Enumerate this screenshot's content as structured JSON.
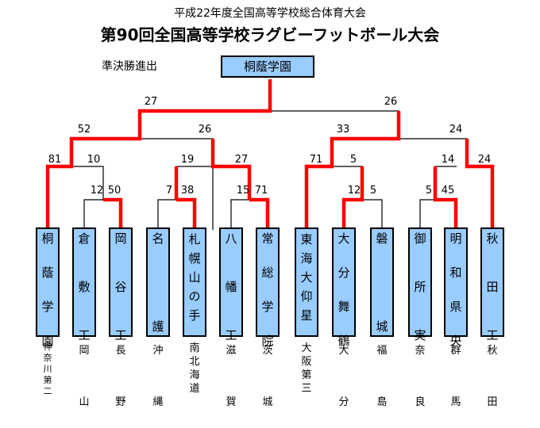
{
  "header": {
    "subtitle": "平成22年度全国高等学校総合体育大会",
    "title": "第90回全国高等学校ラグビーフットボール大会"
  },
  "final": {
    "caption": "準決勝進出",
    "winner": "桐蔭学園"
  },
  "teams": [
    {
      "name": "桐蔭学園",
      "pref": [
        "神",
        "奈",
        "川",
        "第",
        "二"
      ]
    },
    {
      "name": "倉敷工",
      "pref": [
        "岡",
        "山"
      ]
    },
    {
      "name": "岡谷工",
      "pref": [
        "長",
        "野"
      ]
    },
    {
      "name": "名護",
      "pref": [
        "沖",
        "縄"
      ]
    },
    {
      "name": "札幌山の手",
      "pref": [
        "南",
        "北",
        "海",
        "道"
      ]
    },
    {
      "name": "八幡工",
      "pref": [
        "滋",
        "賀"
      ]
    },
    {
      "name": "常総学院",
      "pref": [
        "茨",
        "城"
      ]
    },
    {
      "name": "東海大仰星",
      "pref": [
        "大",
        "阪",
        "第",
        "三"
      ]
    },
    {
      "name": "大分舞鶴",
      "pref": [
        "大",
        "分"
      ]
    },
    {
      "name": "磐城",
      "pref": [
        "福",
        "島"
      ]
    },
    {
      "name": "御所実",
      "pref": [
        "奈",
        "良"
      ]
    },
    {
      "name": "明和県央",
      "pref": [
        "群",
        "馬"
      ]
    },
    {
      "name": "秋田工",
      "pref": [
        "秋",
        "田"
      ]
    }
  ],
  "scores": {
    "first_round": [
      "12",
      "50",
      "7",
      "38",
      "15",
      "71",
      "12",
      "5",
      "5",
      "45"
    ],
    "second_round": [
      "81",
      "10",
      "19",
      "27",
      "71",
      "5",
      "14",
      "24"
    ],
    "quarterfinal": [
      "52",
      "26",
      "33",
      "24"
    ],
    "semifinal": [
      "27",
      "26"
    ]
  },
  "colors": {
    "team_fill": "#99ccff",
    "winner_path": "#ff0000",
    "loser_path": "#000000"
  }
}
